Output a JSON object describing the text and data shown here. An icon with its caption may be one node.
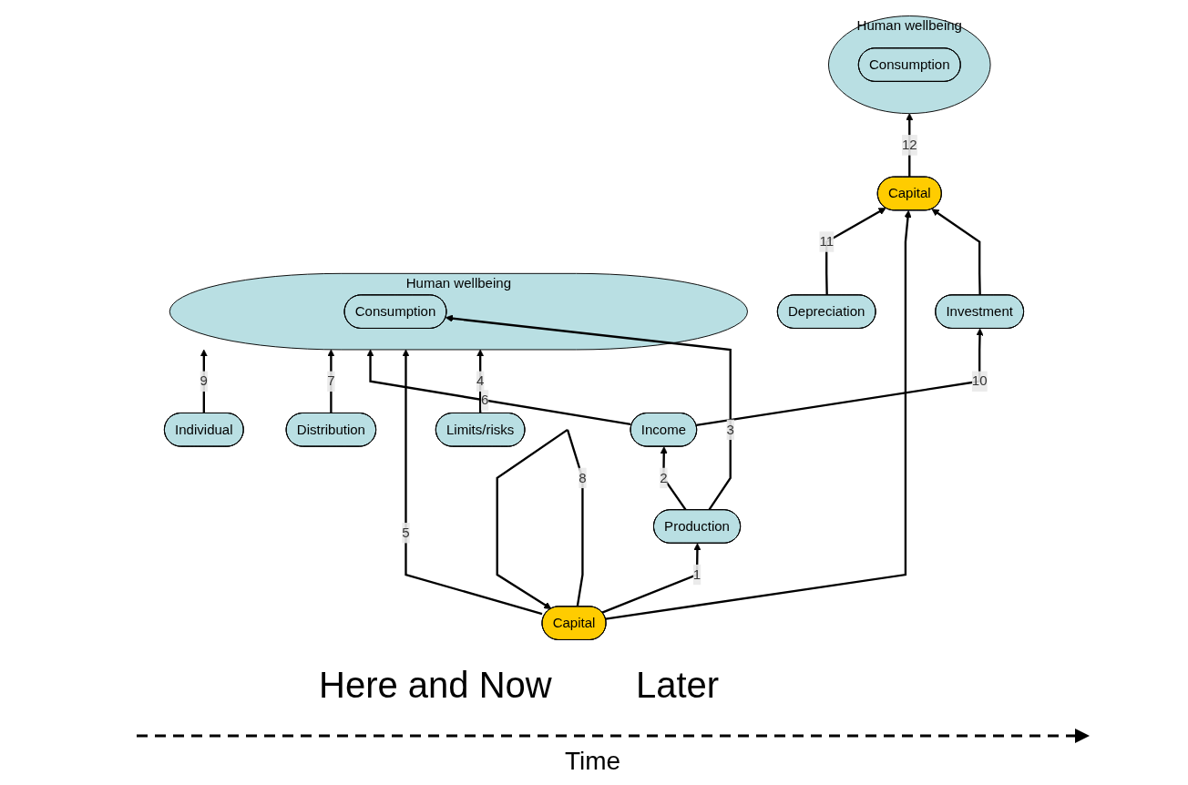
{
  "diagram": {
    "nodes": [
      {
        "text": [
          "Human wellbeing"
        ]
      },
      {
        "text": [
          "Consumption"
        ],
        "in": 0
      },
      {
        "text": [
          "Individual"
        ]
      },
      {
        "text": [
          "Limits/risks"
        ]
      },
      {
        "text": [
          "Distribution"
        ]
      },
      {
        "text": [
          "Production"
        ]
      },
      {
        "text": [
          "Income"
        ]
      },
      {
        "text": [
          "Investment"
        ]
      },
      {
        "text": [
          "Capital"
        ]
      },
      {
        "text": [
          "Depreciation"
        ]
      },
      {
        "text": [
          "Human wellbeing"
        ]
      },
      {
        "text": [
          "Consumption"
        ],
        "in": 10
      },
      {
        "text": [
          "Capital"
        ]
      }
    ],
    "edges": [
      {
        "from": 8,
        "to": 5,
        "label": "1",
        "arrow": "to"
      },
      {
        "from": 5,
        "to": 6,
        "label": "2",
        "arrow": "to"
      },
      {
        "from": 5,
        "to": 1,
        "label": "3",
        "arrow": "to"
      },
      {
        "from": 3,
        "to": 0,
        "label": "4",
        "arrow": "to"
      },
      {
        "from": 8,
        "to": 0,
        "label": "5",
        "arrow": "to"
      },
      {
        "from": 6,
        "to": 0,
        "label": "6",
        "arrow": "to"
      },
      {
        "from": 4,
        "to": 0,
        "label": "7",
        "arrow": "to"
      },
      {
        "from": 8,
        "to": 8,
        "label": "8",
        "arrow": "to"
      },
      {
        "from": 2,
        "to": 0,
        "label": "9",
        "arrow": "to"
      },
      {
        "from": 6,
        "to": 7,
        "label": "10",
        "arrow": "to"
      },
      {
        "from": 7,
        "to": 12,
        "arrow": "to"
      },
      {
        "from": 8,
        "to": 12,
        "arrow": "to"
      },
      {
        "from": 9,
        "to": 12,
        "label": "11",
        "arrow": "to"
      },
      {
        "from": 12,
        "to": 10,
        "label": "12",
        "arrow": "to"
      }
    ],
    "labels": [
      "Here and Now",
      "Later",
      "Time"
    ]
  }
}
